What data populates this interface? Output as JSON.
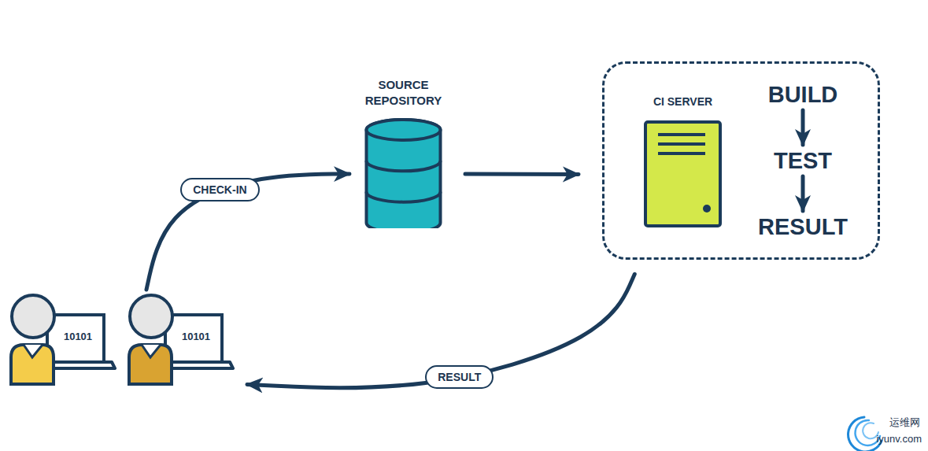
{
  "diagram": {
    "nodes": [
      {
        "text": [
          "10101"
        ]
      },
      {
        "text": [
          "10101"
        ]
      },
      {
        "text": [
          "SOURCE REPOSITORY"
        ]
      },
      {
        "text": []
      },
      {
        "text": [
          "CI SERVER"
        ],
        "in": 3
      },
      {
        "text": [
          "BUILD"
        ],
        "in": 3
      },
      {
        "text": [
          "TEST"
        ],
        "in": 3
      },
      {
        "text": [
          "RESULT"
        ],
        "in": 3
      }
    ],
    "edges": [
      {
        "from": 1,
        "to": 2,
        "label": "CHECK-IN",
        "arrow": "to"
      },
      {
        "from": 2,
        "to": 3,
        "arrow": "to"
      },
      {
        "from": 5,
        "to": 6,
        "arrow": "to"
      },
      {
        "from": 6,
        "to": 7,
        "arrow": "to"
      },
      {
        "from": 3,
        "to": 1,
        "label": "RESULT",
        "arrow": "to"
      }
    ],
    "labels": [
      "运维网",
      "iyunv.com"
    ]
  }
}
